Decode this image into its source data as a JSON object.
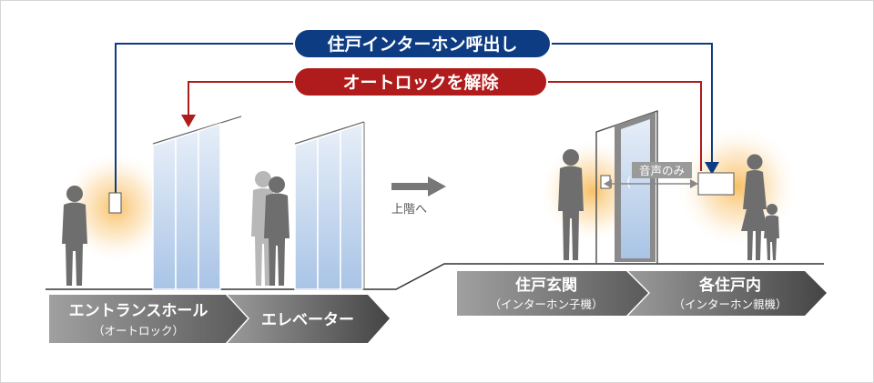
{
  "top_pill": {
    "text": "住戸インターホン呼出し",
    "color": "#0d3c82"
  },
  "second_pill": {
    "text": "オートロックを解除",
    "color": "#b01b1b"
  },
  "upstairs": "上階へ",
  "voice_only": "音声のみ",
  "bottom_labels": [
    {
      "main": "エントランスホール",
      "sub": "（オートロック）"
    },
    {
      "main": "エレベーター",
      "sub": ""
    },
    {
      "main": "住戸玄関",
      "sub": "（インターホン子機）"
    },
    {
      "main": "各住戸内",
      "sub": "（インターホン親機）"
    }
  ]
}
